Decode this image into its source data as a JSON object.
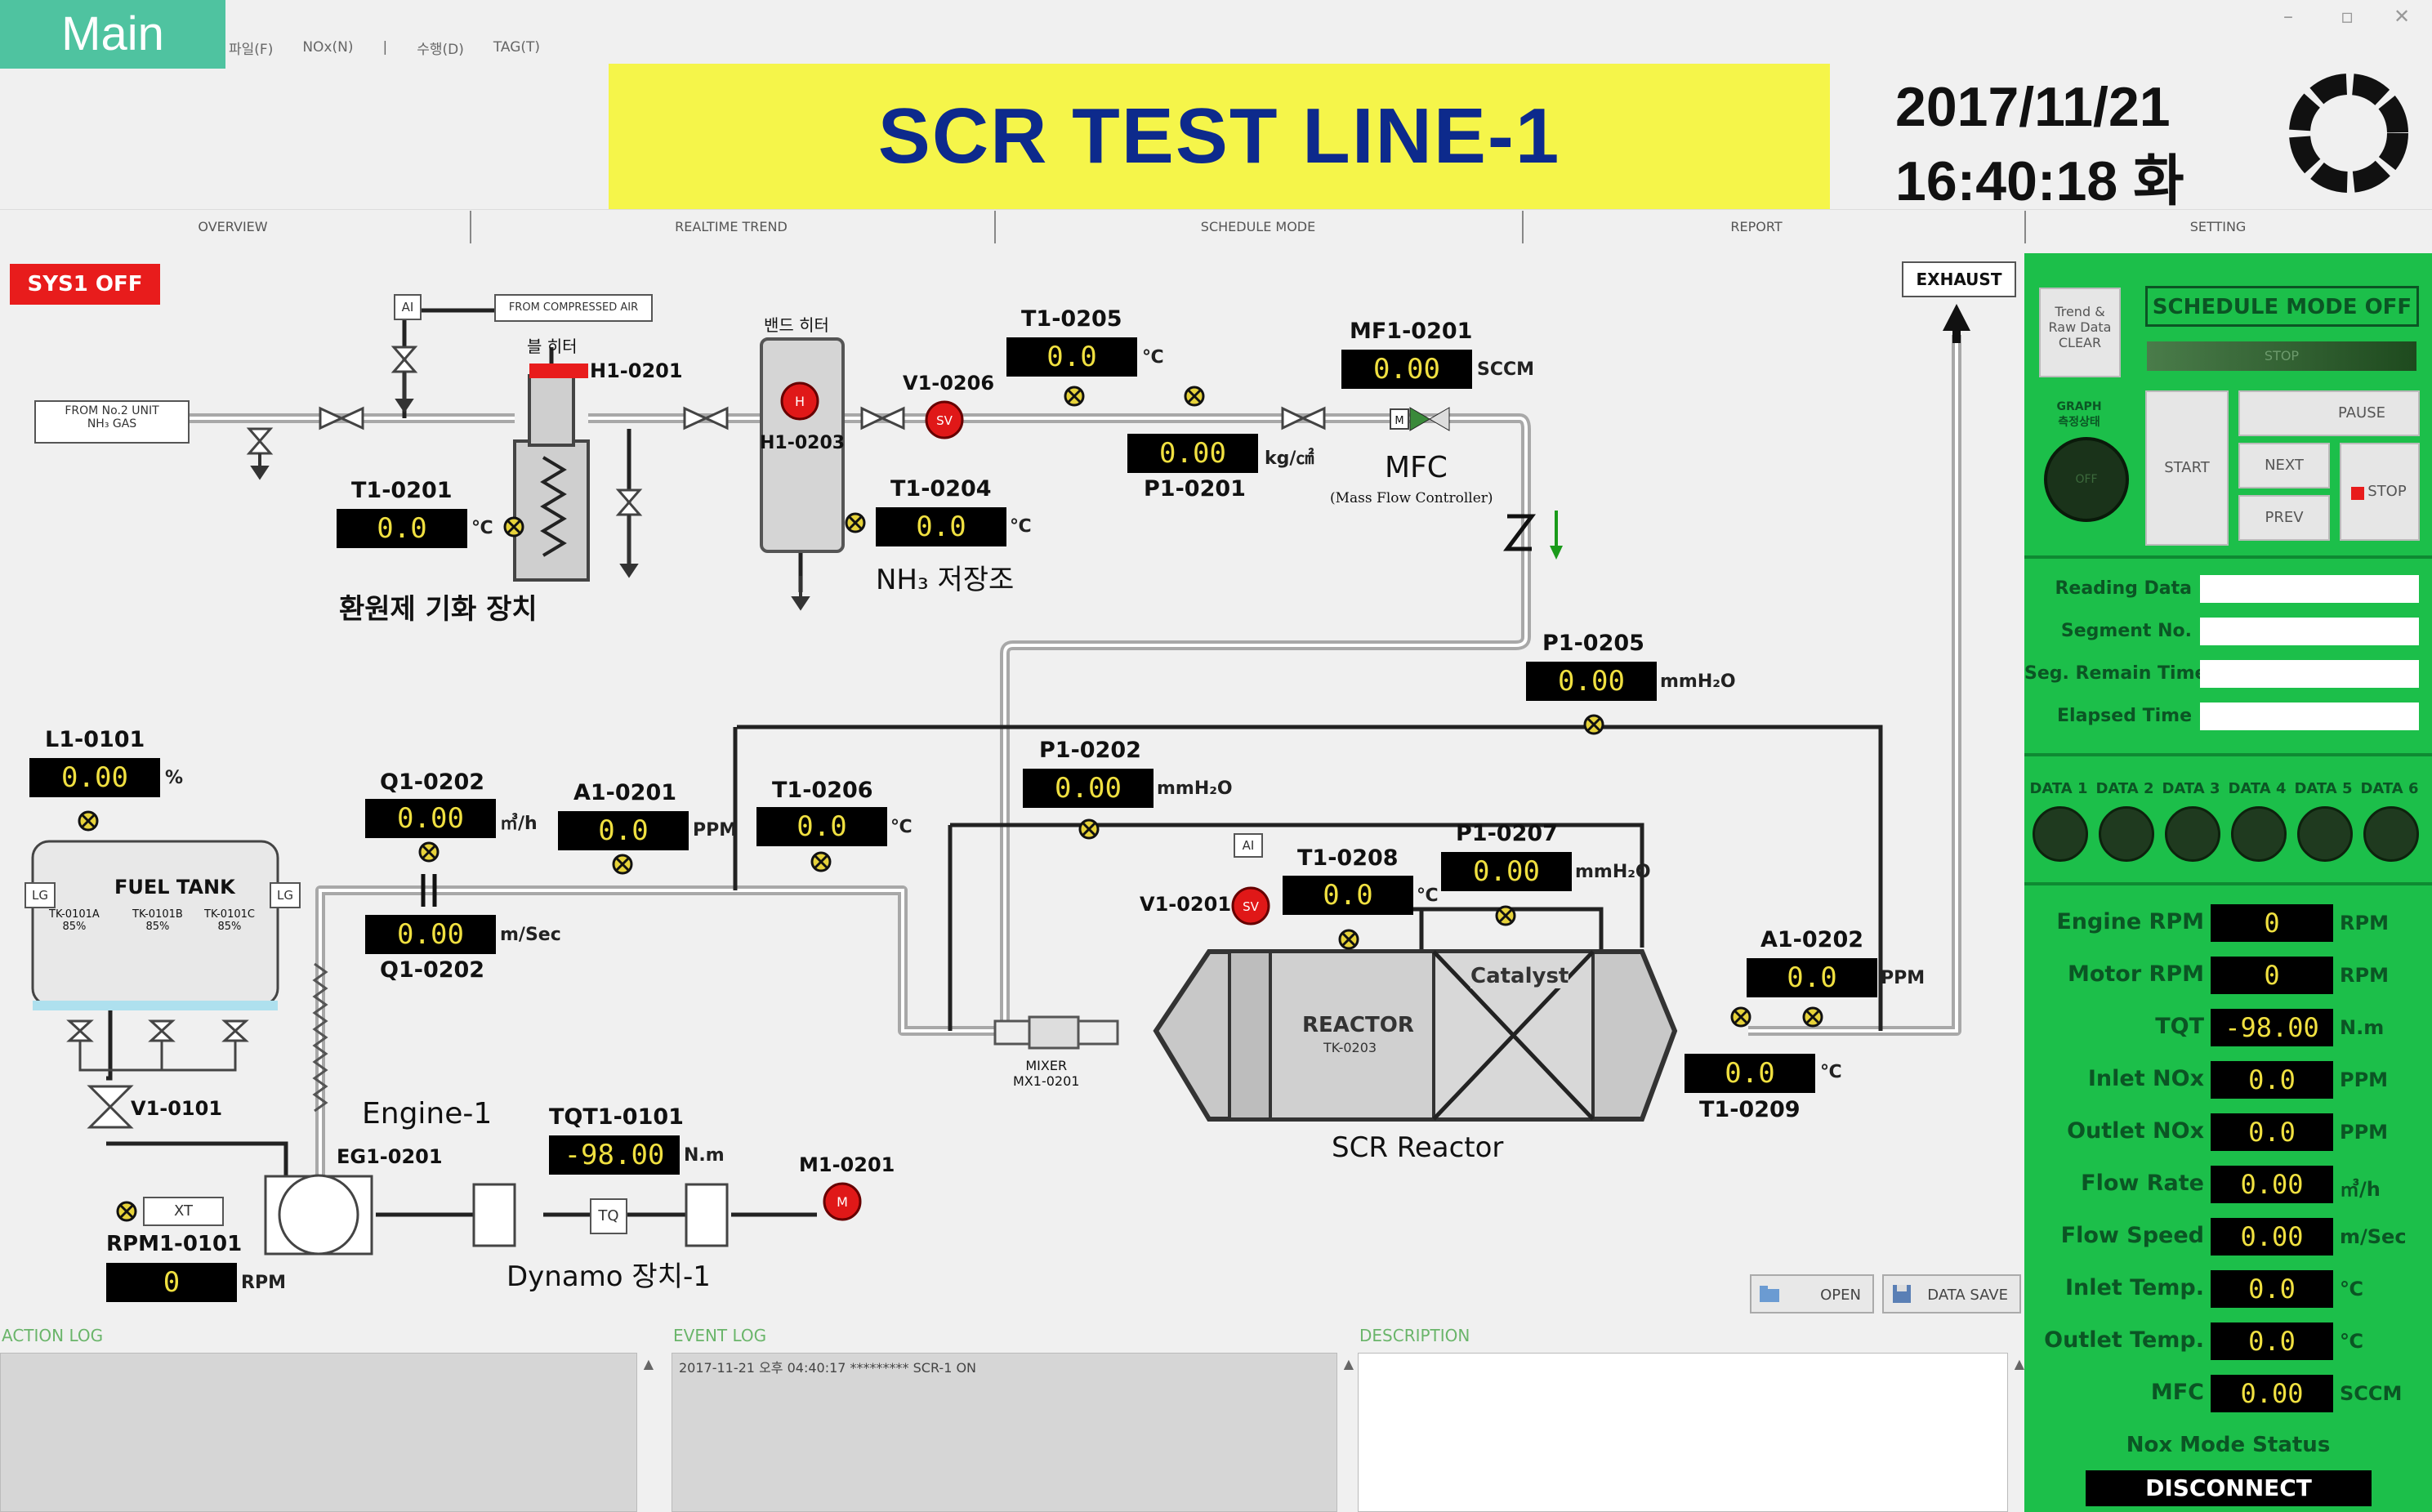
{
  "window": {
    "tag": "Main",
    "minimize_glyph": "–",
    "maximize_glyph": "▫",
    "close_glyph": "✕"
  },
  "menu": [
    "파일(F)",
    "NOx(N)",
    "|",
    "수행(D)",
    "TAG(T)"
  ],
  "banner_title": "SCR TEST LINE-1",
  "date": "2017/11/21",
  "time": "16:40:18 화",
  "tabs": [
    "OVERVIEW",
    "REALTIME TREND",
    "SCHEDULE MODE",
    "REPORT",
    "SETTING"
  ],
  "sys_status": "SYS1 OFF",
  "exhaust_label": "EXHAUST",
  "boxes": {
    "from_unit": "FROM No.2 UNIT\nNH₃ GAS",
    "from_air": "FROM COMPRESSED AIR",
    "ai_small": "AI",
    "xt": "XT",
    "tq": "TQ",
    "heater_label": "블 히터",
    "band_heater": "밴드 히터"
  },
  "captions": {
    "vaporizer": "환원제 기화 장치",
    "nh3_tank": "NH₃ 저장조",
    "mfc": "MFC",
    "mfc_sub": "(Mass Flow Controller)",
    "engine": "Engine-1",
    "dynamo": "Dynamo 장치-1",
    "scr_reactor": "SCR Reactor",
    "reactor": "REACTOR",
    "reactor_sub": "TK-0203",
    "catalyst": "Catalyst",
    "mixer": "MIXER\nMX1-0201",
    "fuel_tank": "FUEL TANK",
    "tk1": "TK-0101A\n85%",
    "tk2": "TK-0101B\n85%",
    "tk3": "TK-0101C\n85%",
    "lg": "LG"
  },
  "sensors": {
    "h1_0201": "H1-0201",
    "h1_0203": "H1-0203",
    "v1_0206": "V1-0206",
    "t1_0205": {
      "tag": "T1-0205",
      "value": "0.0",
      "unit": "℃"
    },
    "mf1_0201": {
      "tag": "MF1-0201",
      "value": "0.00",
      "unit": "SCCM"
    },
    "p1_0201": {
      "tag": "P1-0201",
      "value": "0.00",
      "unit": "kg/㎠"
    },
    "t1_0201": {
      "tag": "T1-0201",
      "value": "0.0",
      "unit": "℃"
    },
    "t1_0204": {
      "tag": "T1-0204",
      "value": "0.0",
      "unit": "℃"
    },
    "p1_0205": {
      "tag": "P1-0205",
      "value": "0.00",
      "unit": "mmH₂O"
    },
    "l1_0101": {
      "tag": "L1-0101",
      "value": "0.00",
      "unit": "%"
    },
    "p1_0202": {
      "tag": "P1-0202",
      "value": "0.00",
      "unit": "mmH₂O"
    },
    "q1_0202a": {
      "tag": "Q1-0202",
      "value": "0.00",
      "unit": "㎥/h"
    },
    "a1_0201": {
      "tag": "A1-0201",
      "value": "0.0",
      "unit": "PPM"
    },
    "t1_0206": {
      "tag": "T1-0206",
      "value": "0.0",
      "unit": "℃"
    },
    "t1_0208": {
      "tag": "T1-0208",
      "value": "0.0",
      "unit": "℃"
    },
    "p1_0207": {
      "tag": "P1-0207",
      "value": "0.00",
      "unit": "mmH₂O"
    },
    "v1_0201": "V1-0201",
    "q1_0202b": {
      "tag": "Q1-0202",
      "value": "0.00",
      "unit": "m/Sec"
    },
    "a1_0202": {
      "tag": "A1-0202",
      "value": "0.0",
      "unit": "PPM"
    },
    "t1_0209": {
      "tag": "T1-0209",
      "value": "0.0",
      "unit": "℃"
    },
    "v1_0101": "V1-0101",
    "eg1_0201": "EG1-0201",
    "tqt1_0101": {
      "tag": "TQT1-0101",
      "value": "-98.00",
      "unit": "N.m"
    },
    "m1_0201": "M1-0201",
    "rpm1_0101": {
      "tag": "RPM1-0101",
      "value": "0",
      "unit": "RPM"
    },
    "sv": "SV",
    "m": "M",
    "h": "H",
    "ai": "AI"
  },
  "file_buttons": {
    "open": "OPEN",
    "save": "DATA SAVE"
  },
  "logs": {
    "action": {
      "title": "ACTION LOG"
    },
    "event": {
      "title": "EVENT LOG",
      "entry": "2017-11-21 오후 04:40:17  *********  SCR-1 ON"
    },
    "description": {
      "title": "DESCRIPTION"
    },
    "scroll_up": "▲"
  },
  "right_panel": {
    "clear_button": "Trend &\nRaw Data\nCLEAR",
    "graph_label": "GRAPH\n측정상태",
    "graph_lamp": "OFF",
    "schedule_mode": "SCHEDULE MODE OFF",
    "stop_bar": "STOP",
    "start": "START",
    "pause": "PAUSE",
    "next": "NEXT",
    "prev": "PREV",
    "stop": "STOP",
    "info": [
      {
        "label": "Reading Data",
        "value": ""
      },
      {
        "label": "Segment No.",
        "value": ""
      },
      {
        "label": "Seg. Remain Time",
        "value": ""
      },
      {
        "label": "Elapsed Time",
        "value": ""
      }
    ],
    "data_lamps": [
      "DATA 1",
      "DATA 2",
      "DATA 3",
      "DATA 4",
      "DATA 5",
      "DATA 6"
    ],
    "metrics": [
      {
        "label": "Engine RPM",
        "value": "0",
        "unit": "RPM"
      },
      {
        "label": "Motor RPM",
        "value": "0",
        "unit": "RPM"
      },
      {
        "label": "TQT",
        "value": "-98.00",
        "unit": "N.m"
      },
      {
        "label": "Inlet NOx",
        "value": "0.0",
        "unit": "PPM"
      },
      {
        "label": "Outlet NOx",
        "value": "0.0",
        "unit": "PPM"
      },
      {
        "label": "Flow Rate",
        "value": "0.00",
        "unit": "㎥/h"
      },
      {
        "label": "Flow Speed",
        "value": "0.00",
        "unit": "m/Sec"
      },
      {
        "label": "Inlet Temp.",
        "value": "0.0",
        "unit": "℃"
      },
      {
        "label": "Outlet Temp.",
        "value": "0.0",
        "unit": "℃"
      },
      {
        "label": "MFC",
        "value": "0.00",
        "unit": "SCCM"
      }
    ],
    "nox_status_label": "Nox Mode Status",
    "nox_status": "DISCONNECT"
  },
  "colors": {
    "accent_green": "#1cbf4a",
    "banner_yellow": "#f5f54a",
    "title_blue": "#0d2a8c",
    "alarm_red": "#e81c1c",
    "gauge_yellow": "#f0e040"
  }
}
